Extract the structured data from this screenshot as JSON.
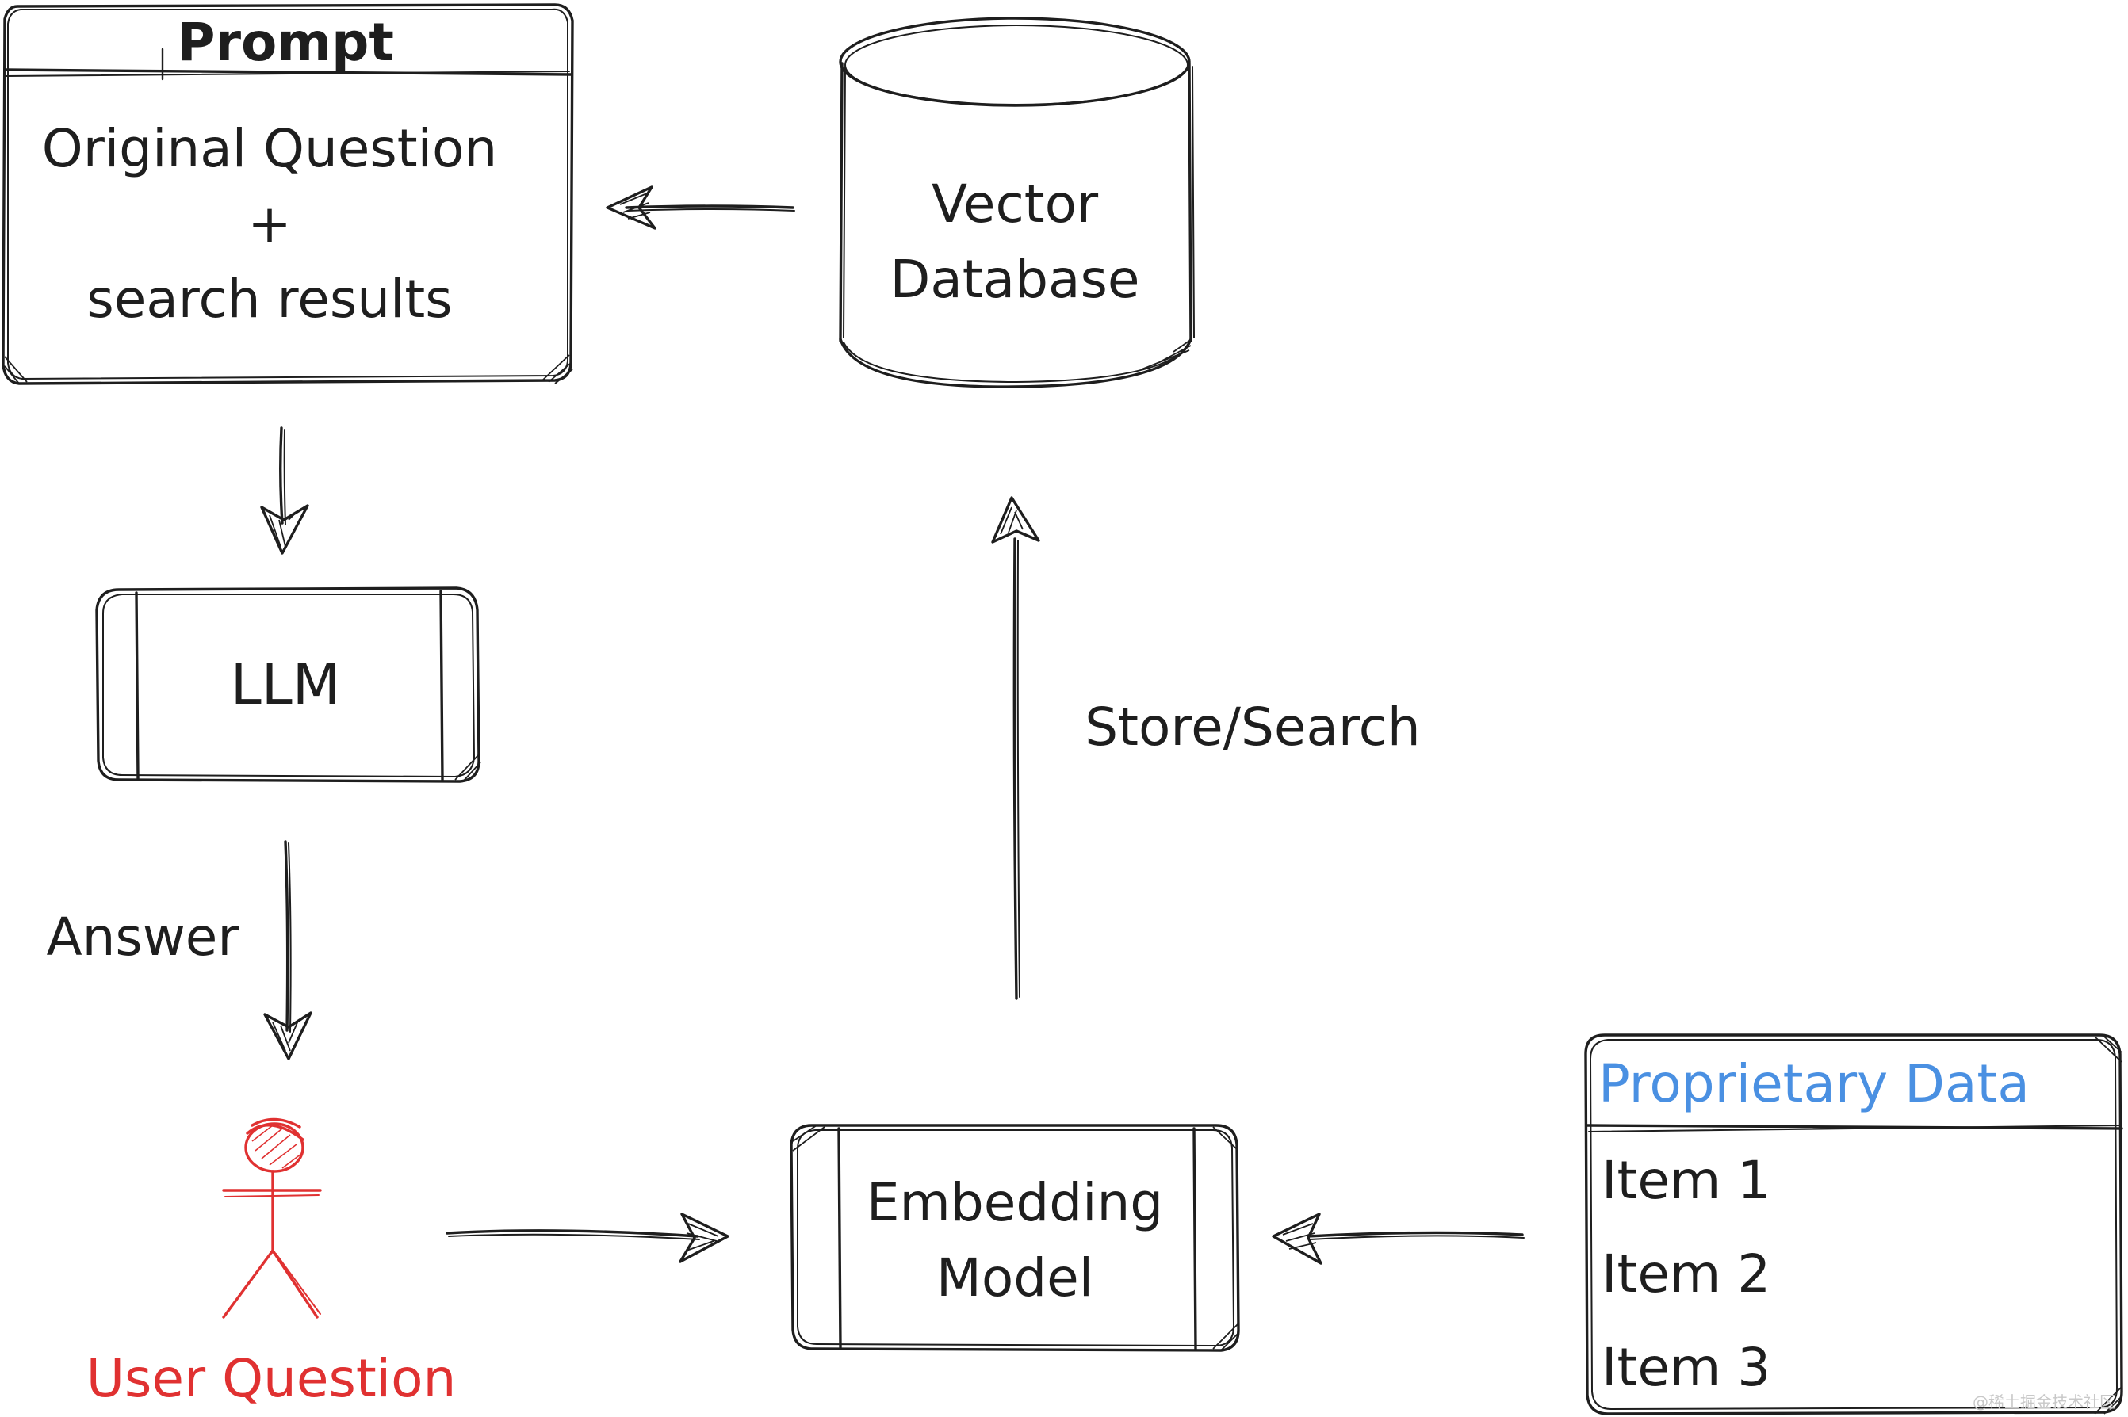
{
  "prompt_box": {
    "title": "Prompt",
    "line1": "Original Question",
    "line2": "+",
    "line3": "search results"
  },
  "vector_db": {
    "line1": "Vector",
    "line2": "Database"
  },
  "llm": {
    "label": "LLM"
  },
  "edges": {
    "answer": "Answer",
    "store_search": "Store/Search"
  },
  "user": {
    "label": "User Question"
  },
  "embedding": {
    "line1": "Embedding",
    "line2": "Model"
  },
  "proprietary": {
    "title": "Proprietary Data",
    "items": [
      "Item 1",
      "Item 2",
      "Item 3"
    ]
  },
  "watermark": "@稀土掘金技术社区",
  "colors": {
    "ink": "#1e1e1e",
    "user": "#e03131",
    "proprietary_title": "#4a90e2"
  }
}
